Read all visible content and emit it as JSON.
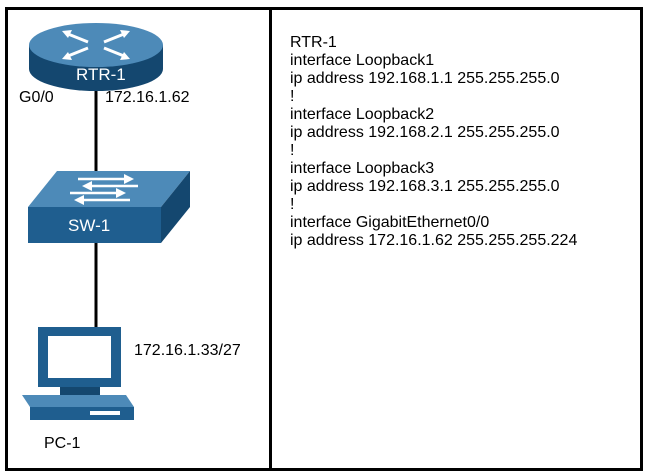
{
  "devices": {
    "router": {
      "name": "RTR-1",
      "interface": "G0/0",
      "ip": "172.16.1.62"
    },
    "switch": {
      "name": "SW-1"
    },
    "pc": {
      "name": "PC-1",
      "ip": "172.16.1.33/27"
    }
  },
  "config": {
    "lines": [
      "RTR-1",
      "interface Loopback1",
      "ip address 192.168.1.1 255.255.255.0",
      "!",
      "interface Loopback2",
      "ip address 192.168.2.1 255.255.255.0",
      "!",
      "interface Loopback3",
      "ip address 192.168.3.1 255.255.255.0",
      "!",
      "interface GigabitEthernet0/0",
      "ip address 172.16.1.62 255.255.255.224"
    ]
  },
  "colors": {
    "device_blue": "#1f5e8f",
    "device_dark": "#14476f",
    "device_light": "#4d8ab8",
    "screen": "#ffffff"
  }
}
